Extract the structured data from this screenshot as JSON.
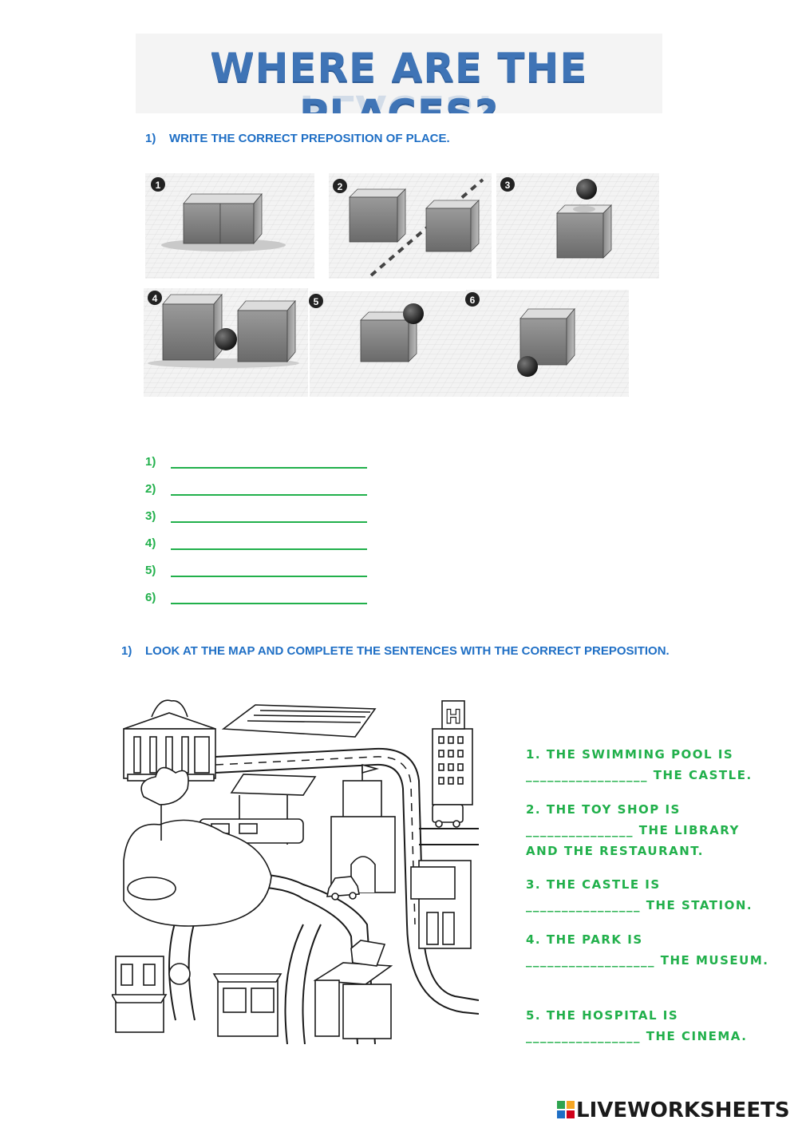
{
  "title": "WHERE ARE THE PLACES?",
  "exercise1": {
    "number": "1)",
    "instruction": "WRITE THE CORRECT PREPOSITION OF PLACE.",
    "image_numbers": [
      "1",
      "2",
      "3",
      "4",
      "5",
      "6"
    ],
    "answers": [
      {
        "num": "1)",
        "line": "__________________________"
      },
      {
        "num": "2)",
        "line": "__________________________"
      },
      {
        "num": "3)",
        "line": "__________________________"
      },
      {
        "num": "4)",
        "line": "__________________________"
      },
      {
        "num": "5)",
        "line": "__________________________"
      },
      {
        "num": "6)",
        "line": "__________________________"
      }
    ]
  },
  "exercise2": {
    "number": "1)",
    "instruction": "LOOK AT THE MAP AND COMPLETE THE SENTENCES WITH THE CORRECT PREPOSITION.",
    "map_hospital_letter": "H",
    "sentences": [
      {
        "start": "1. THE SWIMMING POOL IS",
        "blank": "_________________",
        "end": "THE CASTLE."
      },
      {
        "start": "2. THE TOY SHOP IS",
        "blank": "_______________",
        "end": "THE LIBRARY AND THE RESTAURANT."
      },
      {
        "start": "3. THE CASTLE IS",
        "blank": "________________",
        "end": "THE STATION."
      },
      {
        "start": "4. THE PARK IS",
        "blank": "__________________",
        "end": "THE MUSEUM."
      },
      {
        "start": "5. THE HOSPITAL IS",
        "blank": "________________",
        "end": "THE CINEMA."
      }
    ]
  },
  "footer": {
    "logo_text": "LIVEWORKSHEETS",
    "logo_colors": [
      "#2ea44f",
      "#f5a623",
      "#1f6fc5",
      "#d0021b"
    ]
  },
  "colors": {
    "title_blue": "#3f74b6",
    "instruction_blue": "#1f6fc5",
    "answer_green": "#21b04b"
  }
}
